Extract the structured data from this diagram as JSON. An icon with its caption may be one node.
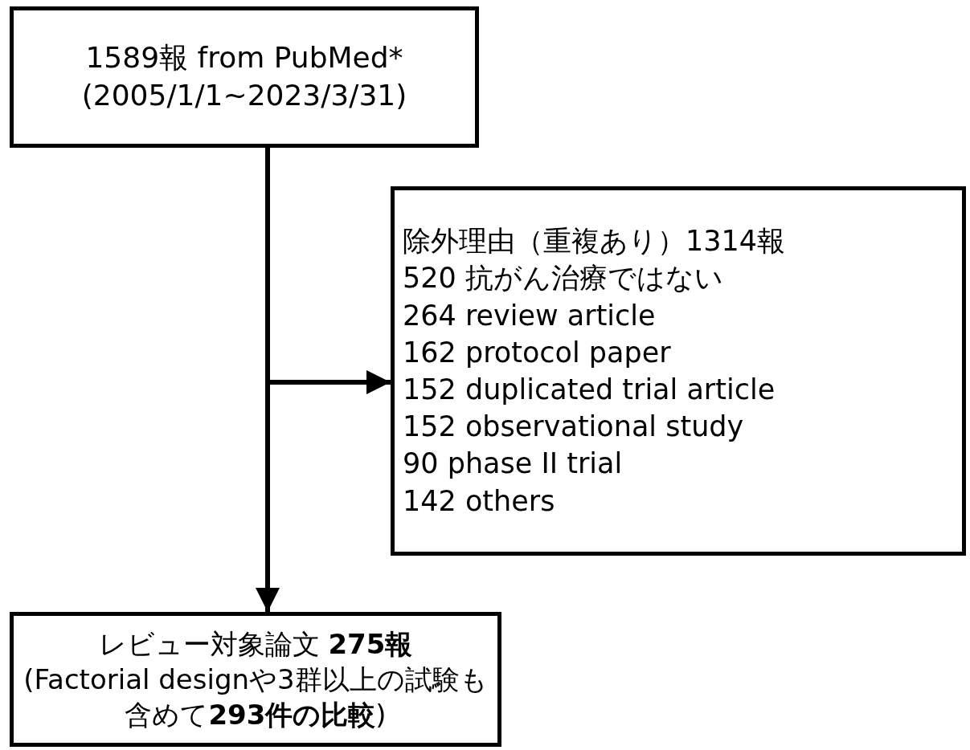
{
  "diagram": {
    "nodes": [
      {
        "text": [
          "1589報 from PubMed*",
          "(2005/1/1~2023/3/31)"
        ]
      },
      {
        "text": [
          "除外理由（重複あり）1314報",
          "520 抗がん治療ではない",
          "264 review article",
          "162 protocol paper",
          "152 duplicated trial article",
          "152 observational study",
          "90 phase II trial",
          "142 others"
        ]
      },
      {
        "text": [
          "レビュー対象論文 **275報**",
          "(Factorial designや3群以上の試験も含めて**293件の比較**)"
        ]
      }
    ],
    "edges": [
      {
        "from": 0,
        "to": 2,
        "arrow": "to"
      },
      {
        "from": 0,
        "to": 1,
        "arrow": "to"
      }
    ]
  }
}
